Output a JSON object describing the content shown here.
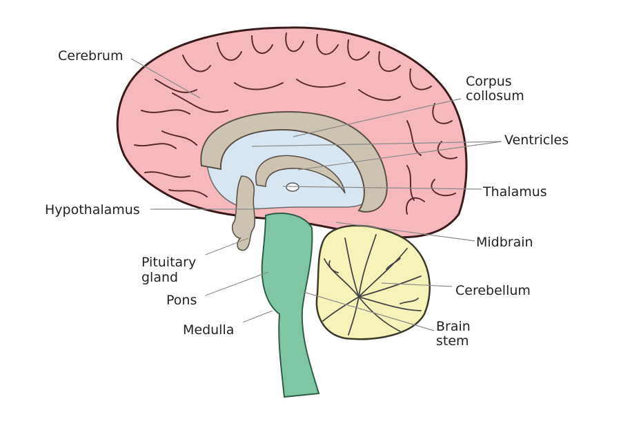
{
  "labels": {
    "cerebrum": "Cerebrum",
    "corpus_line1": "Corpus",
    "corpus_line2": "collosum",
    "ventricles": "Ventricles",
    "thalamus": "Thalamus",
    "hypothalamus": "Hypothalamus",
    "midbrain": "Midbrain",
    "pituitary_line1": "Pituitary",
    "pituitary_line2": "gland",
    "cerebellum": "Cerebellum",
    "pons": "Pons",
    "brainstem_line1": "Brain",
    "brainstem_line2": "stem",
    "medulla": "Medulla"
  },
  "colors": {
    "cerebrum": "#f7b8bd",
    "cerebrum_outline": "#3a1a1a",
    "corpus_callosum": "#cdc3b2",
    "ventricles": "#d7e6f1",
    "brainstem": "#7fc6a4",
    "cerebellum": "#f6f3b8",
    "label_text": "#222222",
    "leader_line": "#8a8a8a"
  }
}
